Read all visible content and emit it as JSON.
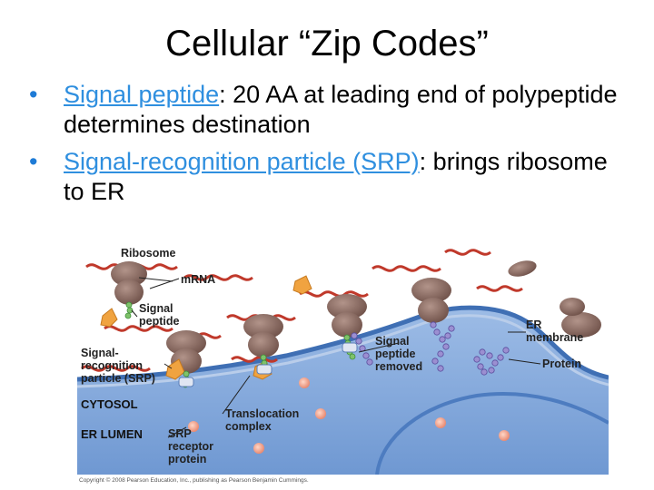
{
  "slide": {
    "title": "Cellular “Zip Codes”",
    "bullets": [
      {
        "term": "Signal peptide",
        "text": ": 20 AA at leading end of polypeptide determines destination"
      },
      {
        "term": "Signal-recognition particle (SRP)",
        "text": ": brings ribosome to ER"
      }
    ]
  },
  "diagram": {
    "labels": {
      "ribosome": "Ribosome",
      "mrna": "mRNA",
      "signal_peptide": [
        "Signal",
        "peptide"
      ],
      "srp": [
        "Signal-",
        "recognition",
        "particle (SRP)"
      ],
      "cytosol": "CYTOSOL",
      "er_lumen": "ER LUMEN",
      "translocation_complex": [
        "Translocation",
        "complex"
      ],
      "srp_receptor": [
        "SRP",
        "receptor",
        "protein"
      ],
      "signal_peptide_removed": [
        "Signal",
        "peptide",
        "removed"
      ],
      "er_membrane": [
        "ER",
        "membrane"
      ],
      "protein": "Protein"
    },
    "colors": {
      "cytosol": "#ffffff",
      "lumen": "#7fa6da",
      "membrane": "#3f6fb4",
      "ribosome": "#8a6b62",
      "mrna": "#c0392b",
      "srp": "#f0a340",
      "signal_peptide": "#4caf50",
      "protein": "#8f83c9"
    },
    "copyright": "Copyright © 2008 Pearson Education, Inc., publishing as Pearson Benjamin Cummings."
  }
}
